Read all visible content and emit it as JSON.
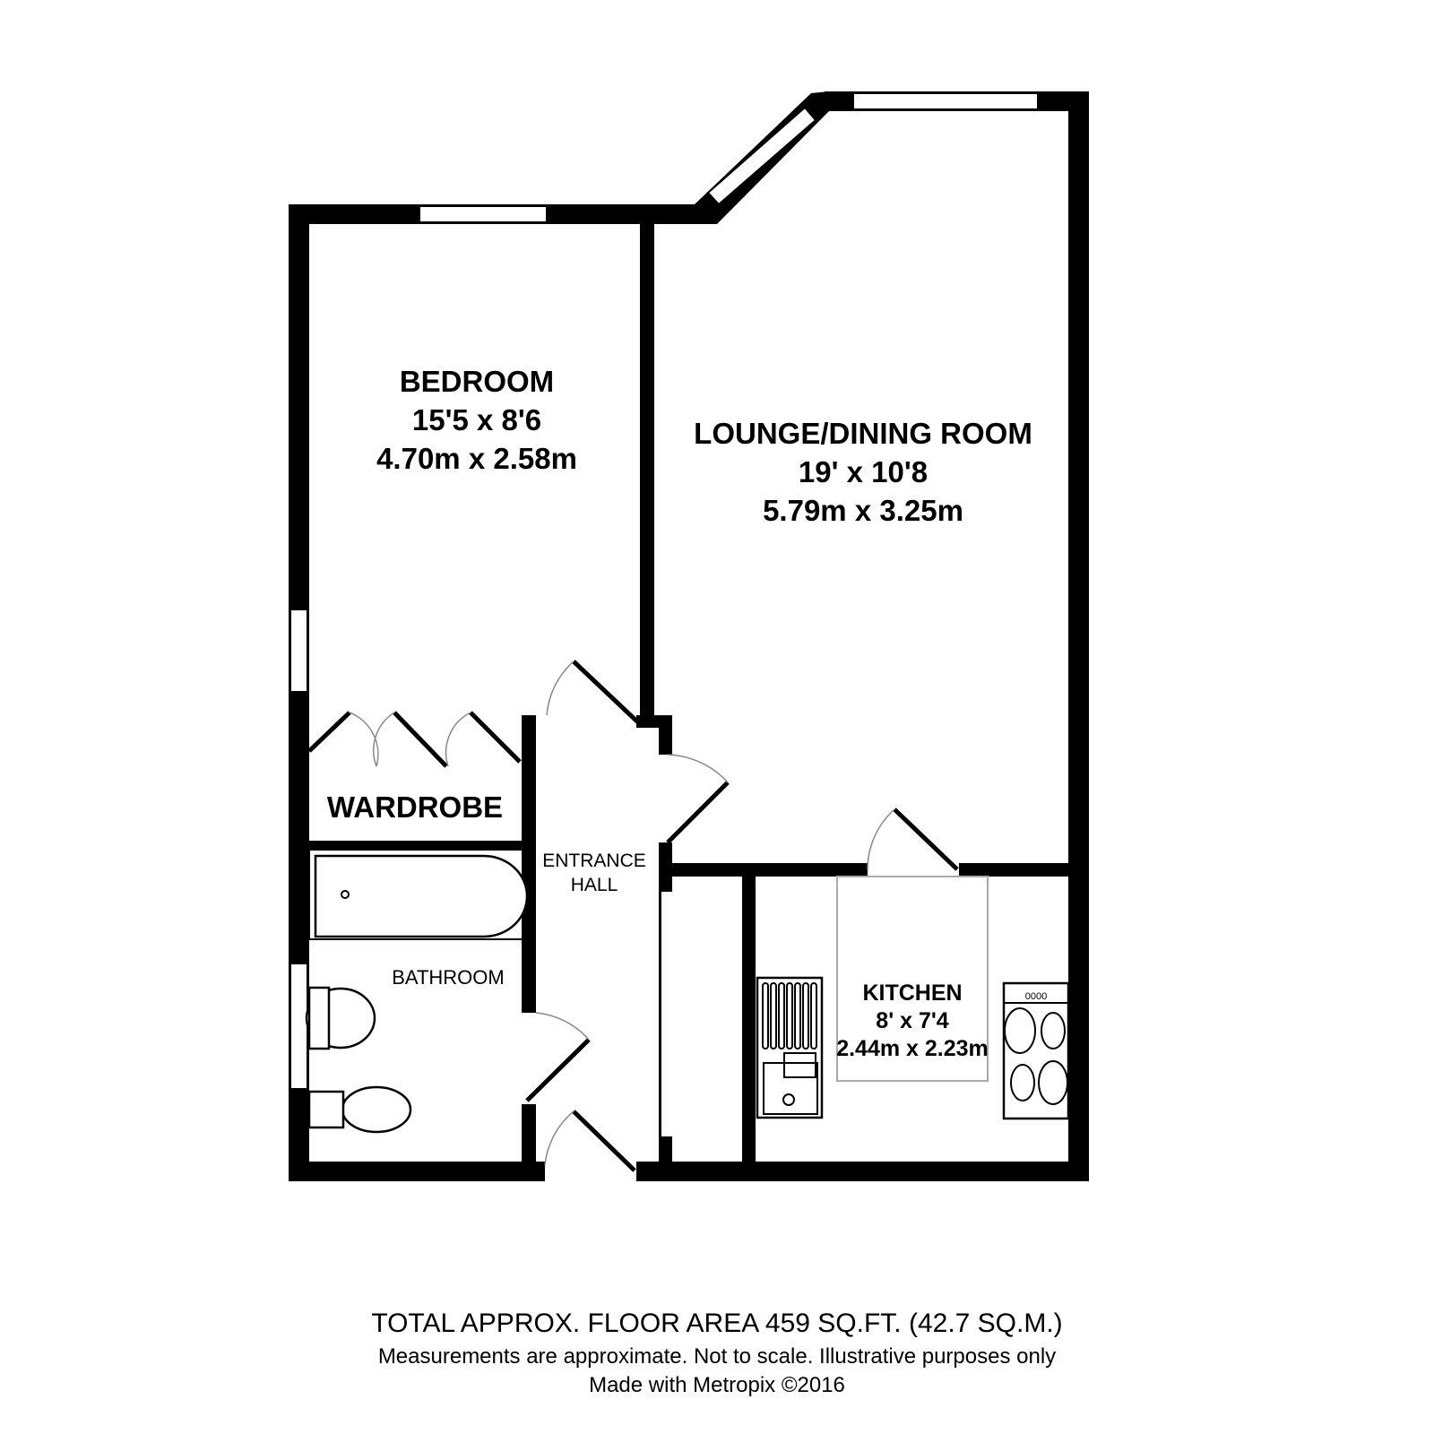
{
  "rooms": {
    "bedroom": {
      "name": "BEDROOM",
      "imperial": "15'5 x 8'6",
      "metric": "4.70m x 2.58m"
    },
    "lounge": {
      "name": "LOUNGE/DINING ROOM",
      "imperial": "19' x 10'8",
      "metric": "5.79m x 3.25m"
    },
    "kitchen": {
      "name": "KITCHEN",
      "imperial": "8' x 7'4",
      "metric": "2.44m x 2.23m"
    },
    "wardrobe": {
      "name": "WARDROBE"
    },
    "bathroom": {
      "name": "BATHROOM"
    },
    "hall": {
      "line1": "ENTRANCE",
      "line2": "HALL"
    }
  },
  "hob_label": "0000",
  "footer": {
    "total": "TOTAL APPROX. FLOOR AREA 459 SQ.FT. (42.7 SQ.M.)",
    "disclaimer": "Measurements are approximate.  Not to scale.  Illustrative purposes only",
    "credit": "Made with Metropix ©2016"
  }
}
